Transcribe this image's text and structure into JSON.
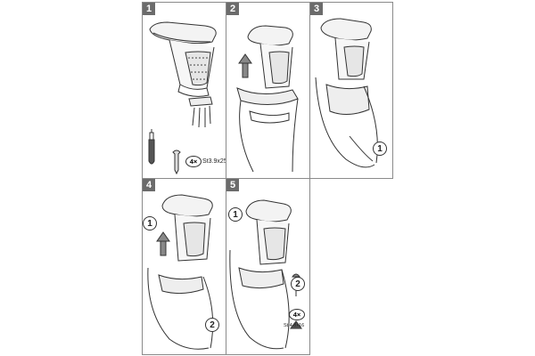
{
  "panels": [
    {
      "step": "1",
      "screw_qty": "4×",
      "screw_size": "St3.9x25"
    },
    {
      "step": "2"
    },
    {
      "step": "3",
      "callout": "1"
    },
    {
      "step": "4",
      "callout_1": "1",
      "callout_2": "2"
    },
    {
      "step": "5",
      "callout_1": "1",
      "callout_2": "2",
      "screw_qty": "4×",
      "screw_size": "St 4.8x16"
    }
  ]
}
